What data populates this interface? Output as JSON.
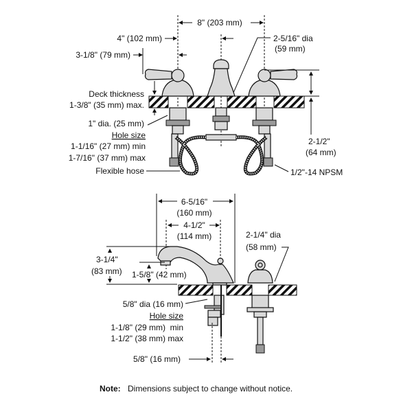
{
  "top_view": {
    "width_8": "8\" (203 mm)",
    "offset_4": "4\" (102 mm)",
    "handle_3_1_8": "3-1/8\" (79 mm)",
    "spout_dia_1": "2-5/16\" dia",
    "spout_dia_2": "(59 mm)",
    "deck_1": "Deck thickness",
    "deck_2": "1-3/8\" (35 mm) max.",
    "shank_dia": "1\" dia. (25 mm)",
    "hole_title": "Hole size",
    "hole_min": "1-1/16\" (27 mm) min",
    "hole_max": "1-7/16\" (37 mm) max",
    "hose": "Flexible hose",
    "height_1": "2-1/2\"",
    "height_2": "(64 mm)",
    "npsm": "1/2\"-14 NPSM"
  },
  "side_view": {
    "reach_1": "6-5/16\"",
    "reach_2": "(160 mm)",
    "spout_1": "4-1/2\"",
    "spout_2": "(114 mm)",
    "handle_dia_1": "2-1/4\" dia",
    "handle_dia_2": "(58 mm)",
    "height_1": "3-1/4\"",
    "height_2": "(83 mm)",
    "outlet": "1-5/8\" (42 mm)",
    "shank_dia": "5/8\" dia (16 mm)",
    "hole_title": "Hole size",
    "hole_min": "1-1/8\" (29 mm)  min",
    "hole_max": "1-1/2\" (38 mm) max",
    "rod": "5/8\" (16 mm)"
  },
  "note": {
    "label": "Note:",
    "text": "Dimensions subject to change without notice."
  }
}
